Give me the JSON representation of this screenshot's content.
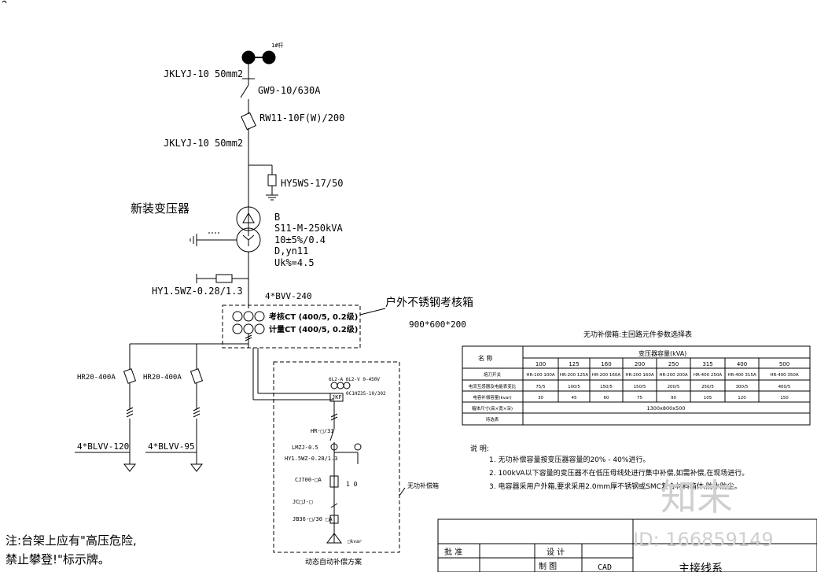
{
  "top_mark": "1#杆",
  "cable1": "JKLYJ-10 50mm2",
  "switch1": "GW9-10/630A",
  "fuse1": "RW11-10F(W)/200",
  "cable2": "JKLYJ-10 50mm2",
  "arrester1": "HY5WS-17/50",
  "transformer": {
    "label": "新装变压器",
    "l1": "B",
    "l2": "S11-M-250kVA",
    "l3": "10±5%/0.4",
    "l4": "D,yn11",
    "l5": "Uk%=4.5"
  },
  "arrester2": "HY1.5WZ-0.28/1.3",
  "lv_cable": "4*BVV-240",
  "meter_box": {
    "title": "户外不锈钢考核箱",
    "size": "900*600*200",
    "ct1": "考核CT (400/5, 0.2级)",
    "ct2": "计量CT (400/5, 0.2级)"
  },
  "branches": {
    "left_fuse": "HR20-400A",
    "right_fuse": "HR20-400A",
    "left_cable": "4*BLVV-120",
    "right_cable": "4*BLVV-95"
  },
  "compensation": {
    "meter_line": "6L2-A 6L2-V 0-450V",
    "controller": "JKF",
    "ct_label": "0C1HZ35-10/302",
    "fuse": "HR-□/31",
    "switch": "LMZJ-0.5",
    "arrester": "HY1.5WZ-0.28/1.3",
    "reactor": "CJ700-□A",
    "contactor": "JC□J-□",
    "capacitor": "JB36-□/30 □A",
    "capacitor_unit": "□kvar",
    "count": "1 0",
    "side_label": "无功补偿箱",
    "scheme_title": "动态自动补偿方案"
  },
  "note_left": {
    "line1": "注:台架上应有\"高压危险,",
    "line2": "禁止攀登!\"标示牌。"
  },
  "table": {
    "title": "无功补偿箱:主回路元件参数选择表",
    "name_header": "名  称",
    "group_header": "变压器容量(kVA)",
    "capacities": [
      "100",
      "125",
      "160",
      "200",
      "250",
      "315",
      "400",
      "500"
    ],
    "rows": [
      {
        "label": "熔刀开关",
        "cells": [
          "HR-100 100A",
          "HR-200 125A",
          "HR-200 160A",
          "HR-200 160A",
          "HR-200 200A",
          "HR-400 250A",
          "HR-400 315A",
          "HR-400 350A"
        ]
      },
      {
        "label": "电流互感器及电能表变比",
        "cells": [
          "75/5",
          "100/5",
          "150/5",
          "150/5",
          "200/5",
          "250/5",
          "300/5",
          "400/5"
        ]
      },
      {
        "label": "电容补偿容量(kvar)",
        "cells": [
          "30",
          "45",
          "60",
          "75",
          "90",
          "105",
          "120",
          "150"
        ]
      },
      {
        "label": "箱体尺寸(高×宽×深)",
        "merged": "1300x800x500"
      },
      {
        "label": "待选表",
        "merged": ""
      }
    ]
  },
  "notes": {
    "heading": "说  明:",
    "items": [
      "1. 无功补偿容量按变压器容量的20% - 40%进行。",
      "2. 100kVA以下容量的变压器不在低压母线处进行集中补偿,如需补偿,在现场进行。",
      "3. 电容器采用户外箱,要求采用2.0mm厚不锈钢或SMC复合材料箱体,防水防尘。"
    ]
  },
  "title_block": {
    "approve": "批 准",
    "design": "设 计",
    "draw": "制 图",
    "cad": "CAD",
    "drawing_name": "主接线系"
  },
  "watermark": {
    "brand": "知末",
    "id": "ID: 166859149"
  }
}
